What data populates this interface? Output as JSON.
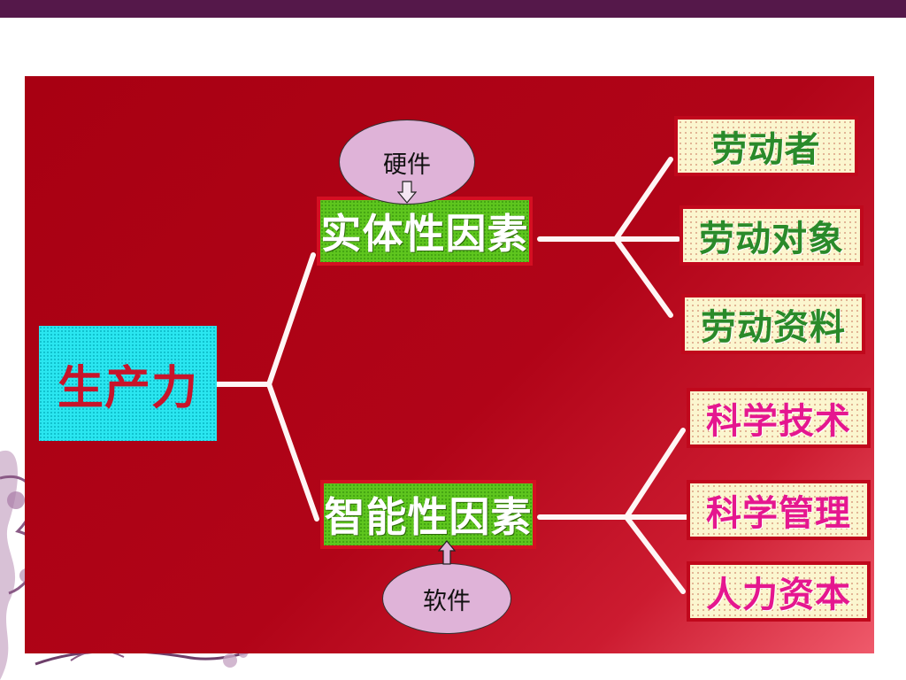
{
  "root": {
    "label": "生产力"
  },
  "categories": [
    {
      "label": "实体性因素",
      "annotation": "硬件",
      "items": [
        "劳动者",
        "劳动对象",
        "劳动资料"
      ]
    },
    {
      "label": "智能性因素",
      "annotation": "软件",
      "items": [
        "科学技术",
        "科学管理",
        "人力资本"
      ]
    }
  ],
  "colors": {
    "top_bar": "#55184a",
    "panel_red": "#b10418",
    "root_fill": "#2ae6f0",
    "root_text": "#c8142a",
    "category_fill": "#5ec51e",
    "category_text": "#ffffff",
    "leaf_fill": "#fbf6cf",
    "leaf_border": "#c0081c",
    "leaf_text_physical": "#2a8a2a",
    "leaf_text_intel": "#e5178f",
    "ellipse_fill": "#dfb3d8"
  }
}
